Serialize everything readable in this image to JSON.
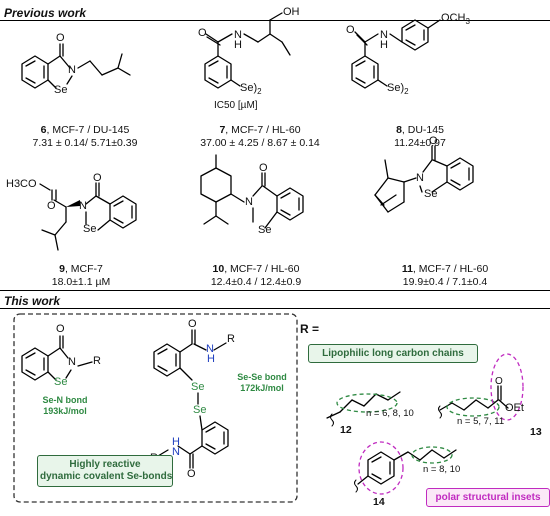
{
  "sections": {
    "previous": "Previous work",
    "this": "This work"
  },
  "compounds": {
    "c6": {
      "num": "6",
      "assay": ", MCF-7 / DU-145",
      "values": "7.31 ± 0.14/ 5.71±0.39"
    },
    "c7": {
      "num": "7",
      "assay": ", MCF-7 / HL-60",
      "values": "37.00 ± 4.25 / 8.67 ± 0.14",
      "extra": "IC50 [µM]"
    },
    "c8": {
      "num": "8",
      "assay": ", DU-145",
      "values": "11.24±0.97"
    },
    "c9": {
      "num": "9",
      "assay": ", MCF-7",
      "values": "18.0±1.1 µM"
    },
    "c10": {
      "num": "10",
      "assay": ", MCF-7 / HL-60",
      "values": "12.4±0.4 / 12.4±0.9"
    },
    "c11": {
      "num": "11",
      "assay": ", MCF-7 / HL-60",
      "values": "19.9±0.4 / 7.1±0.4"
    }
  },
  "this_work": {
    "sen_bond": "Se-N bond",
    "sen_energy": "193kJ/mol",
    "sese_bond": "Se-Se bond",
    "sese_energy": "172kJ/mol",
    "reactive_line1": "Highly reactive",
    "reactive_line2": "dynamic covalent Se-bonds",
    "r_eq": "R =",
    "lipophilic": "Lipophilic long carbon chains",
    "polar": "polar structural insets",
    "n12": "n = 6, 8, 10",
    "n13": "n = 5, 7, 11",
    "n14": "n = 8, 10",
    "label12": "12",
    "label13": "13",
    "label14": "14",
    "oet": "OEt"
  },
  "atoms": {
    "O": "O",
    "N": "N",
    "Se": "Se",
    "H": "H",
    "OH": "OH",
    "OCH3": "OCH",
    "three": "3",
    "Se2": "Se)",
    "two": "2",
    "R": "R",
    "MeO": "H3CO"
  },
  "colors": {
    "green": "#2f6b3d",
    "green_light": "#e8f5ea",
    "magenta": "#c02bc0",
    "blue_n": "#1f3fbf",
    "se_green": "#2f8a43"
  }
}
